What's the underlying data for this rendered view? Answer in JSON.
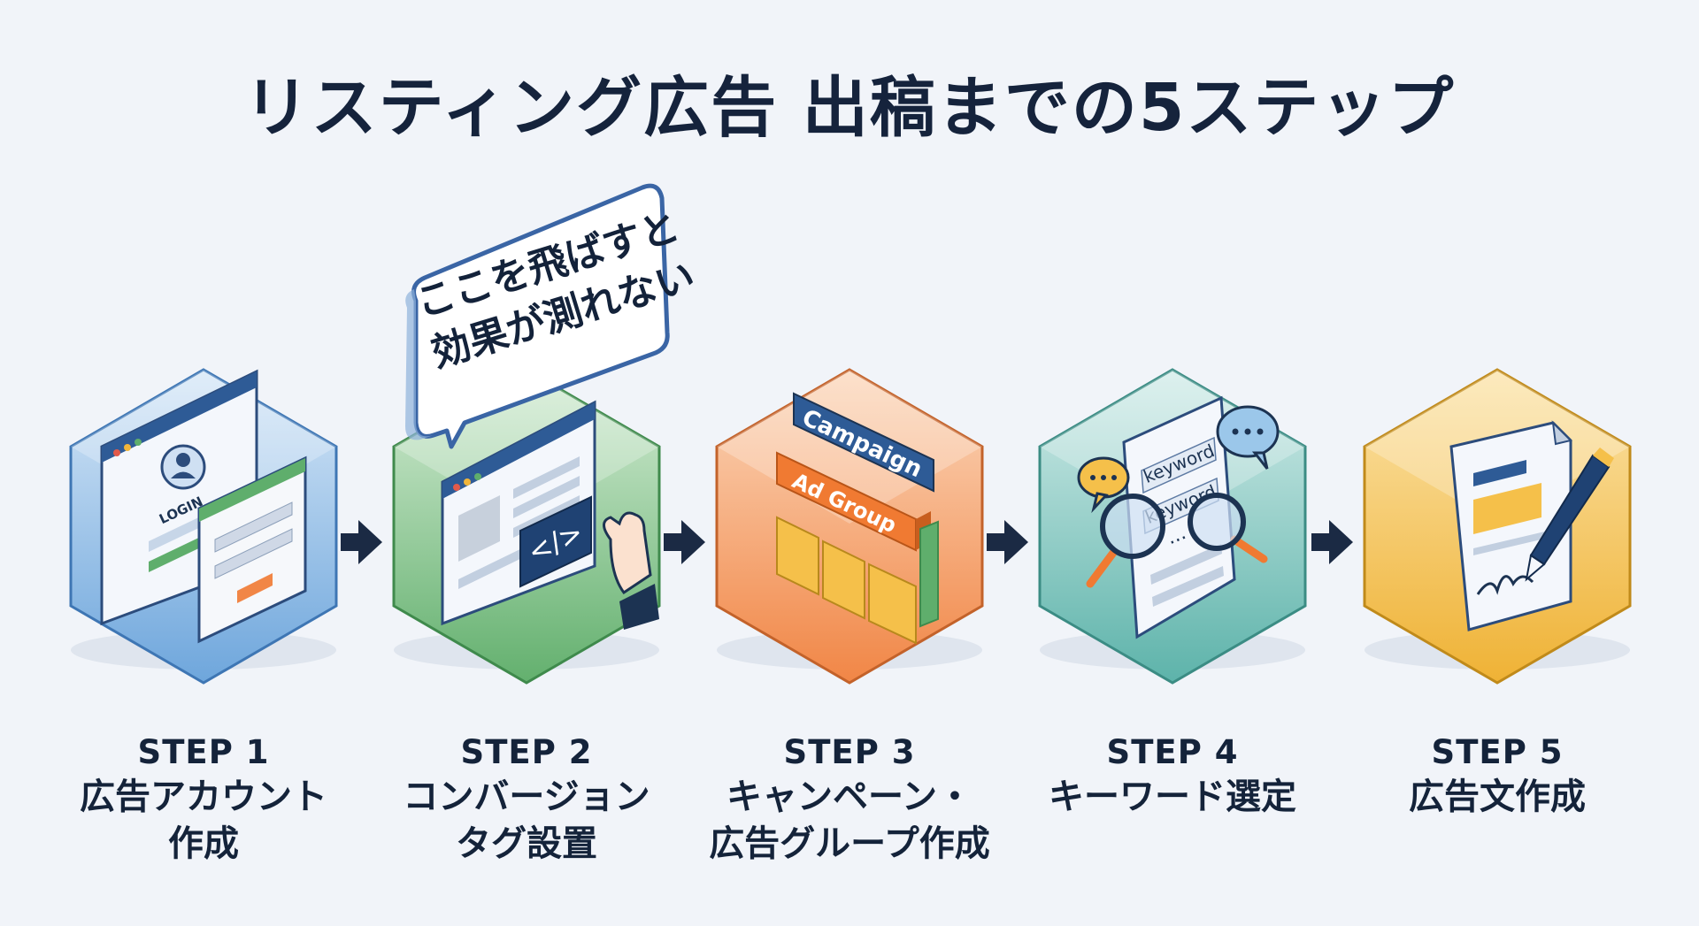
{
  "title": "リスティング広告 出稿までの5ステップ",
  "callout": {
    "lines": [
      "ここを飛ばすと",
      "効果が測れない"
    ]
  },
  "steps": [
    {
      "number": "STEP 1",
      "name_lines": [
        "広告アカウント",
        "作成"
      ],
      "color": "#5b9ad6",
      "illustration": {
        "login_label": "LOGIN"
      }
    },
    {
      "number": "STEP 2",
      "name_lines": [
        "コンバージョン",
        "タグ設置"
      ],
      "color": "#5fae6c",
      "illustration": {
        "tag_label": "</>"
      }
    },
    {
      "number": "STEP 3",
      "name_lines": [
        "キャンペーン・",
        "広告グループ作成"
      ],
      "color": "#f18a4a",
      "illustration": {
        "campaign_label": "Campaign",
        "adgroup_label": "Ad Group"
      }
    },
    {
      "number": "STEP 4",
      "name_lines": [
        "キーワード選定"
      ],
      "color": "#5fb5ad",
      "illustration": {
        "keyword_1": "keyword",
        "keyword_2": "keyword",
        "ellipsis": "..."
      }
    },
    {
      "number": "STEP 5",
      "name_lines": [
        "広告文作成"
      ],
      "color": "#f0b53a",
      "illustration": {}
    }
  ],
  "colors": {
    "navy": "#1c3352",
    "arrow": "#1b2a44",
    "background": "#f1f4f9"
  }
}
